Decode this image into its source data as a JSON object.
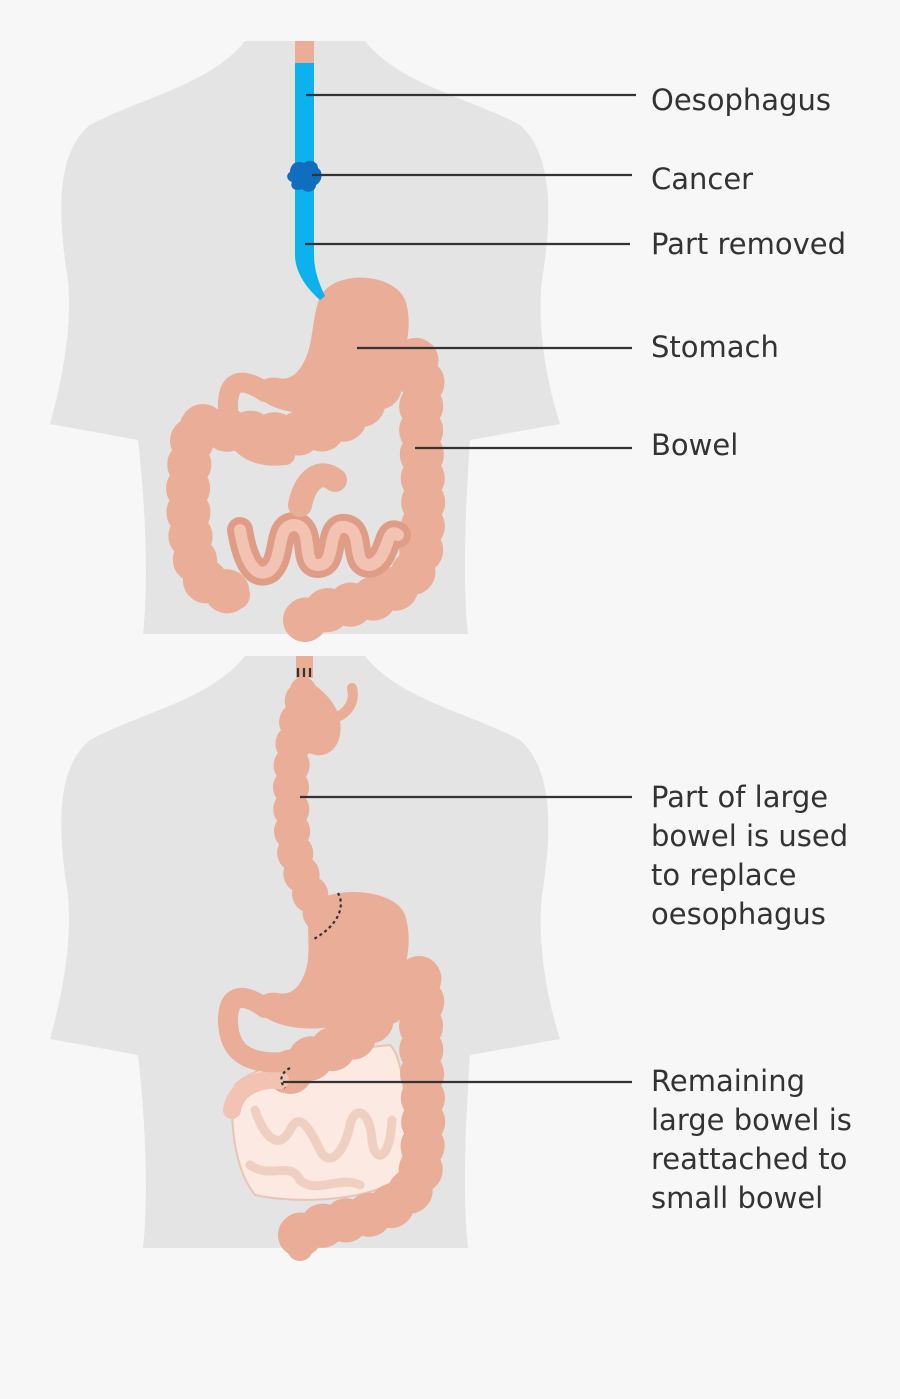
{
  "colors": {
    "background": "#f7f7f7",
    "body": "#e4e4e4",
    "organ": "#e9ad98",
    "organ_dark": "#df9d87",
    "oesophagus_removed": "#0cb2ee",
    "cancer": "#0f6fbe",
    "small_bowel_faded": "#fbe9e2",
    "leader_line": "#333333"
  },
  "figure_top": {
    "labels": {
      "oesophagus": "Oesophagus",
      "cancer": "Cancer",
      "part_removed": "Part removed",
      "stomach": "Stomach",
      "bowel": "Bowel"
    }
  },
  "figure_bottom": {
    "labels": {
      "large_bowel_used": "Part of large\nbowel is used\nto replace\noesophagus",
      "remaining_bowel": "Remaining\nlarge bowel is\nreattached to\nsmall bowel"
    }
  }
}
